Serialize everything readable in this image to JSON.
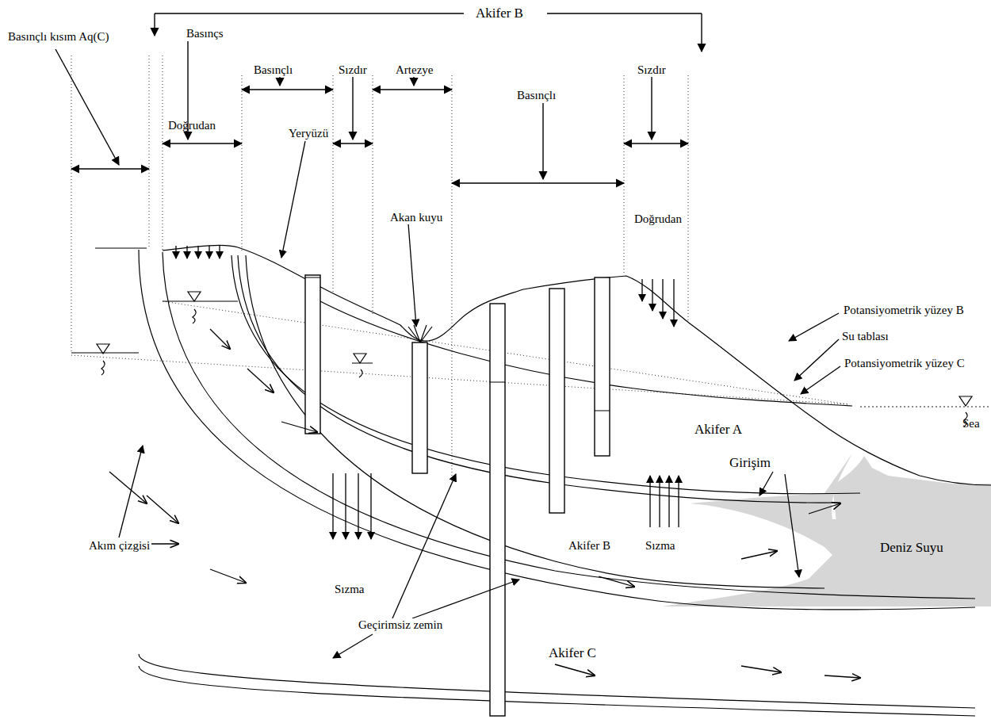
{
  "diagram": {
    "labels": [
      "Akifer B",
      "Basınçlı kısım Aq(C)",
      "Basınçs",
      "Basınçlı",
      "Sızdır",
      "Artezye",
      "Basınçlı",
      "Sızdır",
      "Doğrudan",
      "Yeryüzü",
      "Akan kuyu",
      "Doğrudan",
      "Potansiyometrik yüzey B",
      "Su tablası",
      "Potansiyometrik yüzey C",
      "Sea",
      "Akifer A",
      "Girişim",
      "Deniz Suyu",
      "Akım çizgisi",
      "Sızma",
      "Akifer B",
      "Sızma",
      "Geçirimsiz zemin",
      "Akifer C"
    ]
  }
}
